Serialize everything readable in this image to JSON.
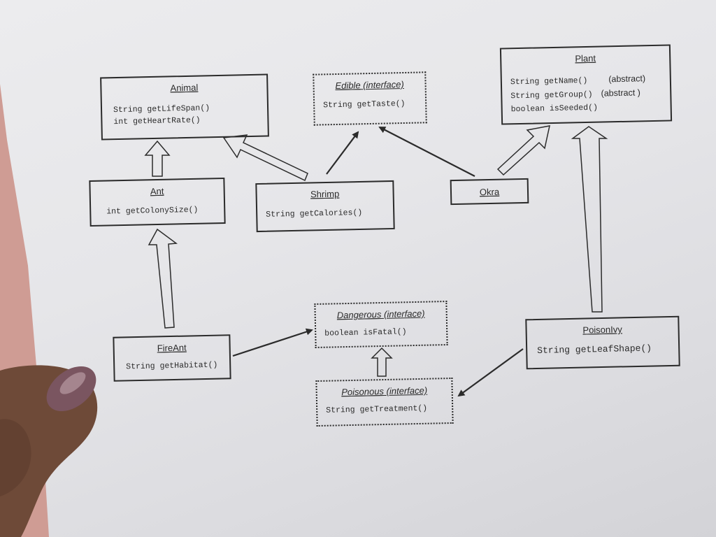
{
  "classes": {
    "animal": {
      "name": "Animal",
      "methods": [
        "String getLifeSpan()",
        "int getHeartRate()"
      ]
    },
    "edible": {
      "name": "Edible",
      "kind": "(interface)",
      "methods": [
        "String getTaste()"
      ]
    },
    "plant": {
      "name": "Plant",
      "methods": [
        "String getName()",
        "String getGroup()",
        "boolean isSeeded()"
      ],
      "notes": [
        "(abstract)",
        "(abstract )"
      ]
    },
    "ant": {
      "name": "Ant",
      "methods": [
        "int getColonySize()"
      ]
    },
    "shrimp": {
      "name": "Shrimp",
      "methods": [
        "String getCalories()"
      ]
    },
    "okra": {
      "name": "Okra"
    },
    "dangerous": {
      "name": "Dangerous",
      "kind": "(interface)",
      "methods": [
        "boolean isFatal()"
      ]
    },
    "fireant": {
      "name": "FireAnt",
      "methods": [
        "String getHabitat()"
      ]
    },
    "poisonivy": {
      "name": "PoisonIvy",
      "methods": [
        "String getLeafShape()"
      ]
    },
    "poisonous": {
      "name": "Poisonous",
      "kind": "(interface)",
      "methods": [
        "String getTreatment()"
      ]
    }
  },
  "relations": [
    {
      "from": "Ant",
      "to": "Animal",
      "type": "inheritance"
    },
    {
      "from": "Shrimp",
      "to": "Animal",
      "type": "inheritance"
    },
    {
      "from": "Shrimp",
      "to": "Edible",
      "type": "implements"
    },
    {
      "from": "Okra",
      "to": "Edible",
      "type": "implements"
    },
    {
      "from": "Okra",
      "to": "Plant",
      "type": "inheritance"
    },
    {
      "from": "FireAnt",
      "to": "Ant",
      "type": "inheritance"
    },
    {
      "from": "FireAnt",
      "to": "Dangerous",
      "type": "implements"
    },
    {
      "from": "Poisonous",
      "to": "Dangerous",
      "type": "inheritance"
    },
    {
      "from": "PoisonIvy",
      "to": "Plant",
      "type": "inheritance"
    },
    {
      "from": "PoisonIvy",
      "to": "Poisonous",
      "type": "implements"
    }
  ],
  "colors": {
    "paper": "#e6e6e9",
    "ink": "#2b2b2b",
    "background": "#cf9c94",
    "skin": "#6e4a38",
    "nail": "#7a5560"
  }
}
